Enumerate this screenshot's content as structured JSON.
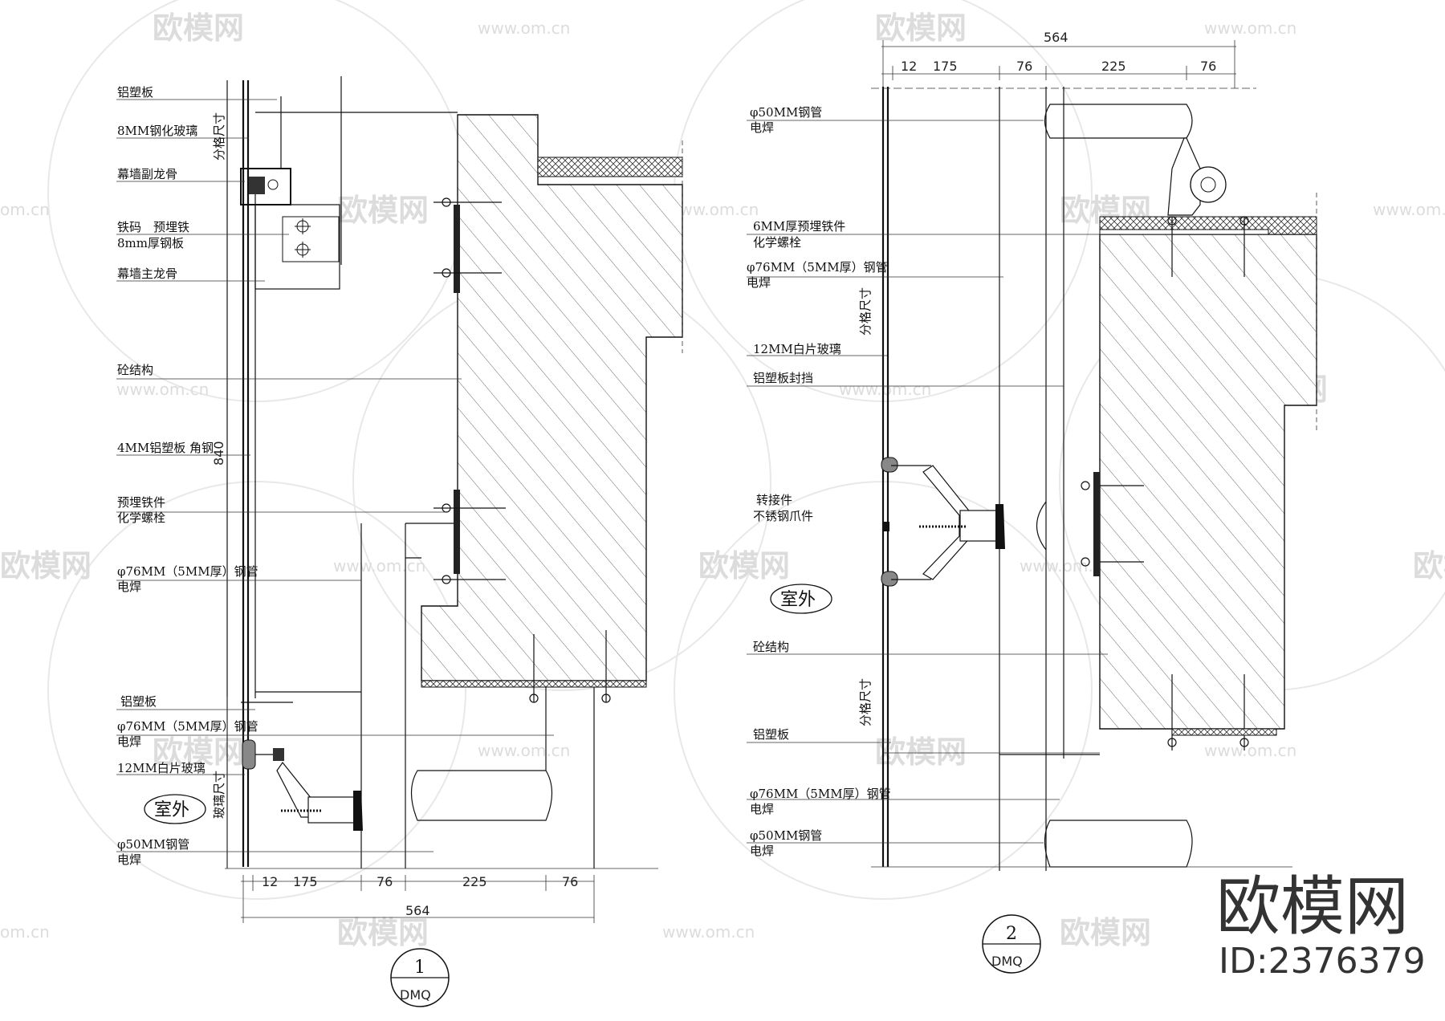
{
  "watermark": {
    "brand": "欧模网",
    "url": "www.om.cn",
    "url_short": "om.cn"
  },
  "brand_block": {
    "name": "欧模网",
    "id": "ID:2376379"
  },
  "detail1": {
    "labels": [
      "铝塑板",
      "8MM钢化玻璃",
      "幕墙副龙骨",
      "铁码　预埋铁",
      "8mm厚钢板",
      "幕墙主龙骨",
      "砼结构",
      "4MM铝塑板 角钢",
      "预埋铁件",
      "化学螺栓",
      "φ76MM（5MM厚）钢管",
      "电焊",
      "铝塑板",
      "φ76MM（5MM厚）钢管",
      "电焊",
      "12MM白片玻璃",
      "φ50MM钢管",
      "电焊"
    ],
    "vertical": [
      "分格尺寸",
      "840",
      "玻璃尺寸"
    ],
    "outside": "室外",
    "dims": [
      "12",
      "175",
      "76",
      "225",
      "76"
    ],
    "total": "564",
    "tag_num": "1",
    "tag_code": "DMQ"
  },
  "detail2": {
    "labels": [
      "φ50MM钢管",
      "电焊",
      "6MM厚预埋铁件",
      "化学螺栓",
      "φ76MM（5MM厚）钢管",
      "电焊",
      "12MM白片玻璃",
      "铝塑板封挡",
      "转接件",
      "不锈钢爪件",
      "砼结构",
      "铝塑板",
      "φ76MM（5MM厚）钢管",
      "电焊",
      "φ50MM钢管",
      "电焊"
    ],
    "vertical": [
      "分格尺寸",
      "分格尺寸"
    ],
    "outside": "室外",
    "dims": [
      "12",
      "175",
      "76",
      "225",
      "76"
    ],
    "total": "564",
    "tag_num": "2",
    "tag_code": "DMQ"
  }
}
